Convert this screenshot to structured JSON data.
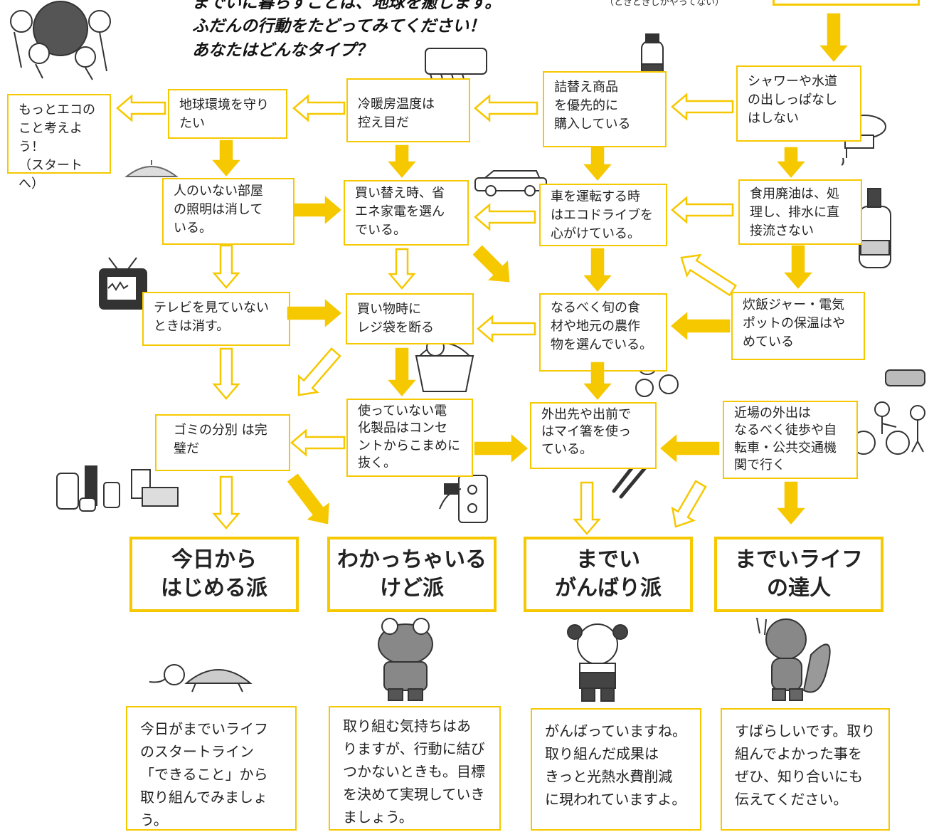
{
  "header": {
    "headline": "までいに暮らすことは、地球を癒します。\nふだんの行動をたどってみてください！\nあなたはどんなタイプ？",
    "start_note": "（ときどきしかやってない）"
  },
  "nodes": {
    "shower": "シャワーや水道\nの出しっぱなし\nはしない",
    "refill": "詰替え商品\nを優先的に\n購入している",
    "aircon": "冷暖房温度は\n控え目だ",
    "protect_env": "地球環境を守り\nたい",
    "more_eco": "もっとエコの\nこと考えよう！\n（スタートへ）",
    "lights": "人のいない部屋\nの照明は消して\nいる。",
    "appliance": "買い替え時、省\nエネ家電を選ん\nでいる。",
    "eco_drive": "車を運転する時\nはエコドライブを\n心がけている。",
    "waste_oil": "食用廃油は、処\n理し、排水に直\n接流さない",
    "tv": "テレビを見ていない\nときは消す。",
    "shopping_bag": "買い物時に\nレジ袋を断る",
    "seasonal_food": "なるべく旬の食\n材や地元の農作\n物を選んでいる。",
    "rice_cooker": "炊飯ジャー・電気\nポットの保温はや\nめている",
    "garbage": "ゴミの分別 は完\n璧だ",
    "unplug": "使っていない電\n化製品はコンセ\nントからこまめに\n抜く。",
    "my_chopsticks": "外出先や出前で\nはマイ箸を使っ\nている。",
    "walk_bike": "近場の外出は\nなるべく徒歩や自\n転車・公共交通機\n関で行く"
  },
  "results": [
    {
      "title": "今日から\nはじめる派",
      "desc": "今日がまでいライフ\nのスタートライン\n「できること」から\n取り組んでみましょう。"
    },
    {
      "title": "わかっちゃいる\nけど派",
      "desc": "取り組む気持ちはあ\nりますが、行動に結び\nつかないときも。目標\nを決めて実現していき\nましょう。"
    },
    {
      "title": "までい\nがんばり派",
      "desc": "がんばっていますね。\n取り組んだ成果は\nきっと光熱水費削減\nに現われていますよ。"
    },
    {
      "title": "までいライフ\nの達人",
      "desc": "すばらしいです。取り\n組んでよかった事を\nぜひ、知り合いにも\n伝えてください。"
    }
  ],
  "icons": [
    "globe-kids-icon",
    "aircon-icon",
    "bottle-icon",
    "faucet-icon",
    "lamp-icon",
    "car-icon",
    "oil-bottle-icon",
    "tv-icon",
    "basket-icon",
    "vegetables-icon",
    "bicycle-people-icon",
    "recycling-icon",
    "outlet-plug-icon",
    "chopsticks-icon",
    "turtle-icon",
    "frog-icon",
    "dog-icon",
    "squirrel-icon"
  ],
  "colors": {
    "accent": "#f6c800",
    "text": "#222222",
    "background": "#ffffff"
  }
}
